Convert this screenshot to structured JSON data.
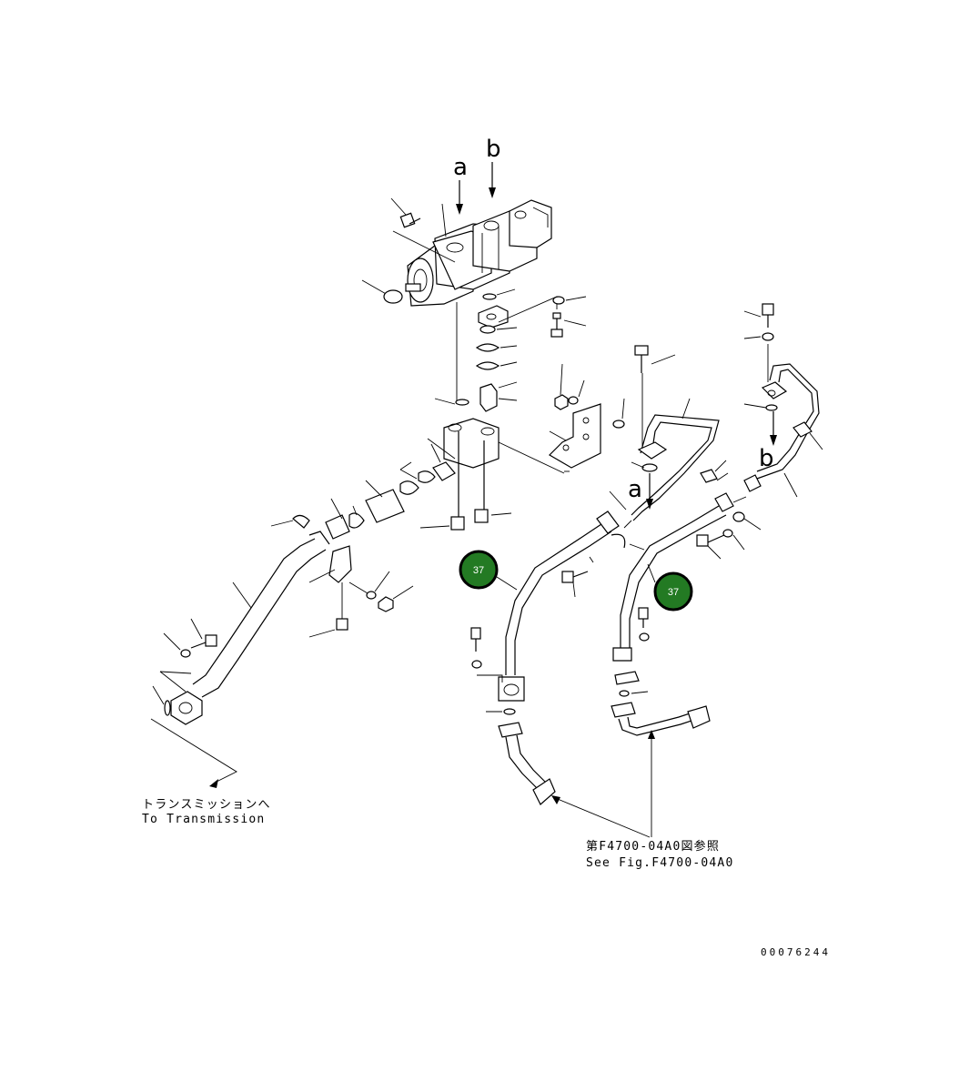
{
  "arrow_labels": {
    "a_top": "a",
    "b_top": "b",
    "a_lower": "a",
    "b_lower": "b"
  },
  "callouts": [
    {
      "label": "37",
      "color": "#237a23"
    },
    {
      "label": "37",
      "color": "#237a23"
    }
  ],
  "notes": {
    "transmission_jp": "トランスミッションへ",
    "transmission_en": "To Transmission",
    "see_fig_jp": "第F4700-04A0図参照",
    "see_fig_en": "See Fig.F4700-04A0"
  },
  "figure_number": "00076244"
}
